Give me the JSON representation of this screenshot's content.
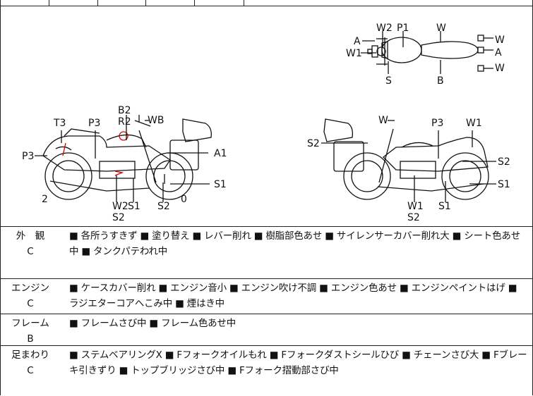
{
  "diagram_labels": {
    "top_view": {
      "A_left": "A",
      "W2": "W2",
      "P1": "P1",
      "W_top": "W",
      "W_right_top": "W",
      "W1_left": "W1",
      "A_right": "A",
      "W_right_bottom": "W",
      "S": "S",
      "B": "B"
    },
    "left_view": {
      "B2": "B2",
      "R2": "R2",
      "WB": "WB",
      "T3": "T3",
      "P3_top": "P3",
      "P3_left": "P3",
      "A1": "A1",
      "S1_right": "S1",
      "num_2": "2",
      "W2": "W2",
      "S1_bottom": "S1",
      "S2_under": "S2",
      "S2": "S2",
      "num_0": "0"
    },
    "right_view": {
      "W": "W",
      "P3": "P3",
      "W1": "W1",
      "S2_left": "S2",
      "S2_right": "S2",
      "S1_right": "S1",
      "W1_bottom": "W1",
      "S2_bottom": "S2",
      "S1_bottom": "S1"
    }
  },
  "sections": [
    {
      "name": "外　観",
      "grade": "C",
      "text": "■ 各所うすきず ■ 塗り替え ■ レバー削れ ■ 樹脂部色あせ ■ サイレンサーカバー削れ大 ■ シート色あせ中 ■ タンクパテわれ中"
    },
    {
      "name": "エンジン",
      "grade": "C",
      "text": "■ ケースカバー削れ ■ エンジン音小 ■ エンジン吹け不調 ■ エンジン色あせ ■ エンジンペイントはげ ■ ラジエターコアへこみ中 ■ 煙はき中"
    },
    {
      "name": "フレーム",
      "grade": "B",
      "text": "■ フレームさび中 ■ フレーム色あせ中"
    },
    {
      "name": "足まわり",
      "grade": "C",
      "text": "■ ステムベアリングX ■ Fフォークオイルもれ ■ Fフォークダストシールひび ■ チェーンさび大 ■ Fブレーキ引きずり ■ トップブリッジさび中 ■ Fフォーク摺動部さび中"
    }
  ]
}
